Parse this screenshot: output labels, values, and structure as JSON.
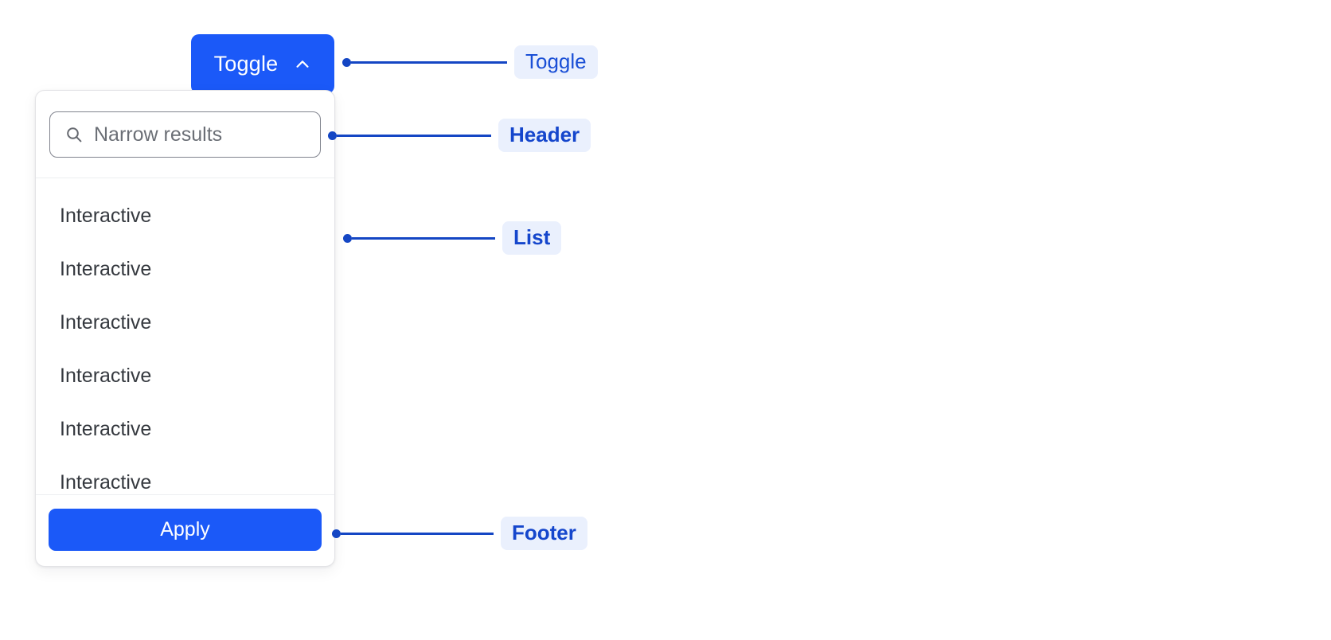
{
  "toggle": {
    "label": "Toggle",
    "icon": "chevron-up-icon",
    "expanded": true,
    "background_color": "#1b59f8",
    "text_color": "#ffffff"
  },
  "panel": {
    "header": {
      "search": {
        "icon": "search-icon",
        "placeholder": "Narrow results",
        "value": ""
      }
    },
    "list": {
      "items": [
        {
          "label": "Interactive"
        },
        {
          "label": "Interactive"
        },
        {
          "label": "Interactive"
        },
        {
          "label": "Interactive"
        },
        {
          "label": "Interactive"
        },
        {
          "label": "Interactive"
        }
      ]
    },
    "footer": {
      "apply_label": "Apply",
      "apply_background_color": "#1b59f8",
      "apply_text_color": "#ffffff"
    }
  },
  "annotations": [
    {
      "label": "Toggle",
      "target": "toggle-button"
    },
    {
      "label": "Header",
      "target": "panel-header"
    },
    {
      "label": "List",
      "target": "panel-list"
    },
    {
      "label": "Footer",
      "target": "panel-footer"
    }
  ],
  "colors": {
    "accent": "#1b59f8",
    "annotation_line": "#1446c4",
    "annotation_chip_background": "#eaf0fd",
    "annotation_chip_text": "#1a4fd6",
    "panel_border": "#e3e3e6",
    "list_text": "#35393f",
    "placeholder_text": "#6b6f76",
    "page_background": "#ffffff"
  }
}
